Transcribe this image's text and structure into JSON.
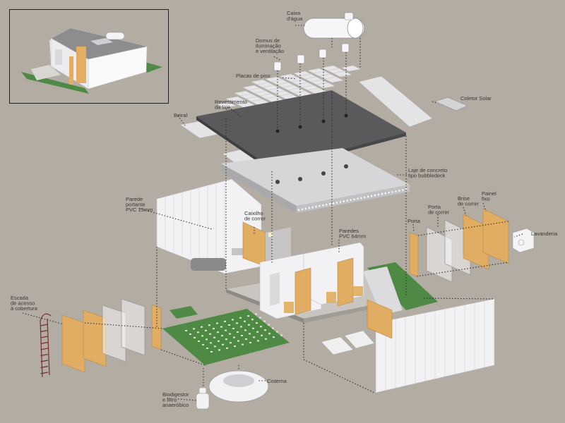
{
  "labels": {
    "caixa_agua": [
      "Caixa",
      "d'água"
    ],
    "domus": [
      "Domus de",
      "iluminação",
      "e ventilação"
    ],
    "placas_piso": [
      "Placas de piso"
    ],
    "coletor_solar": [
      "Coletor Solar"
    ],
    "revestimento": [
      "Revestimento",
      "da laje"
    ],
    "beiral": [
      "Beiral"
    ],
    "laje": [
      "Laje de concreto",
      "tipo bubbledeck"
    ],
    "parede_portante": [
      "Parede",
      "portante",
      "PVC 15mm"
    ],
    "caixilho": [
      "Caixilho",
      "de correr"
    ],
    "paredes_pvc": [
      "Paredes",
      "PVC 64mm"
    ],
    "porta": [
      "Porta"
    ],
    "porta_correr": [
      "Porta",
      "de correr"
    ],
    "brise": [
      "Brise",
      "de correr"
    ],
    "painel": [
      "Painel",
      "fixo"
    ],
    "lavanderia": [
      "Lavanderia"
    ],
    "escada": [
      "Escada",
      "de acesso",
      "à cobertura"
    ],
    "cisterna": [
      "Cisterna"
    ],
    "biodigestor": [
      "Biodigestor",
      "e filtro",
      "anaeróbico"
    ]
  },
  "colors": {
    "background": "#b3aca3",
    "wood": "#e0ad62",
    "grass": "#4f8a45",
    "slab_dark": "#5a5a5c",
    "slab_light": "#d6d6d8",
    "wall": "#f2f2f4"
  }
}
